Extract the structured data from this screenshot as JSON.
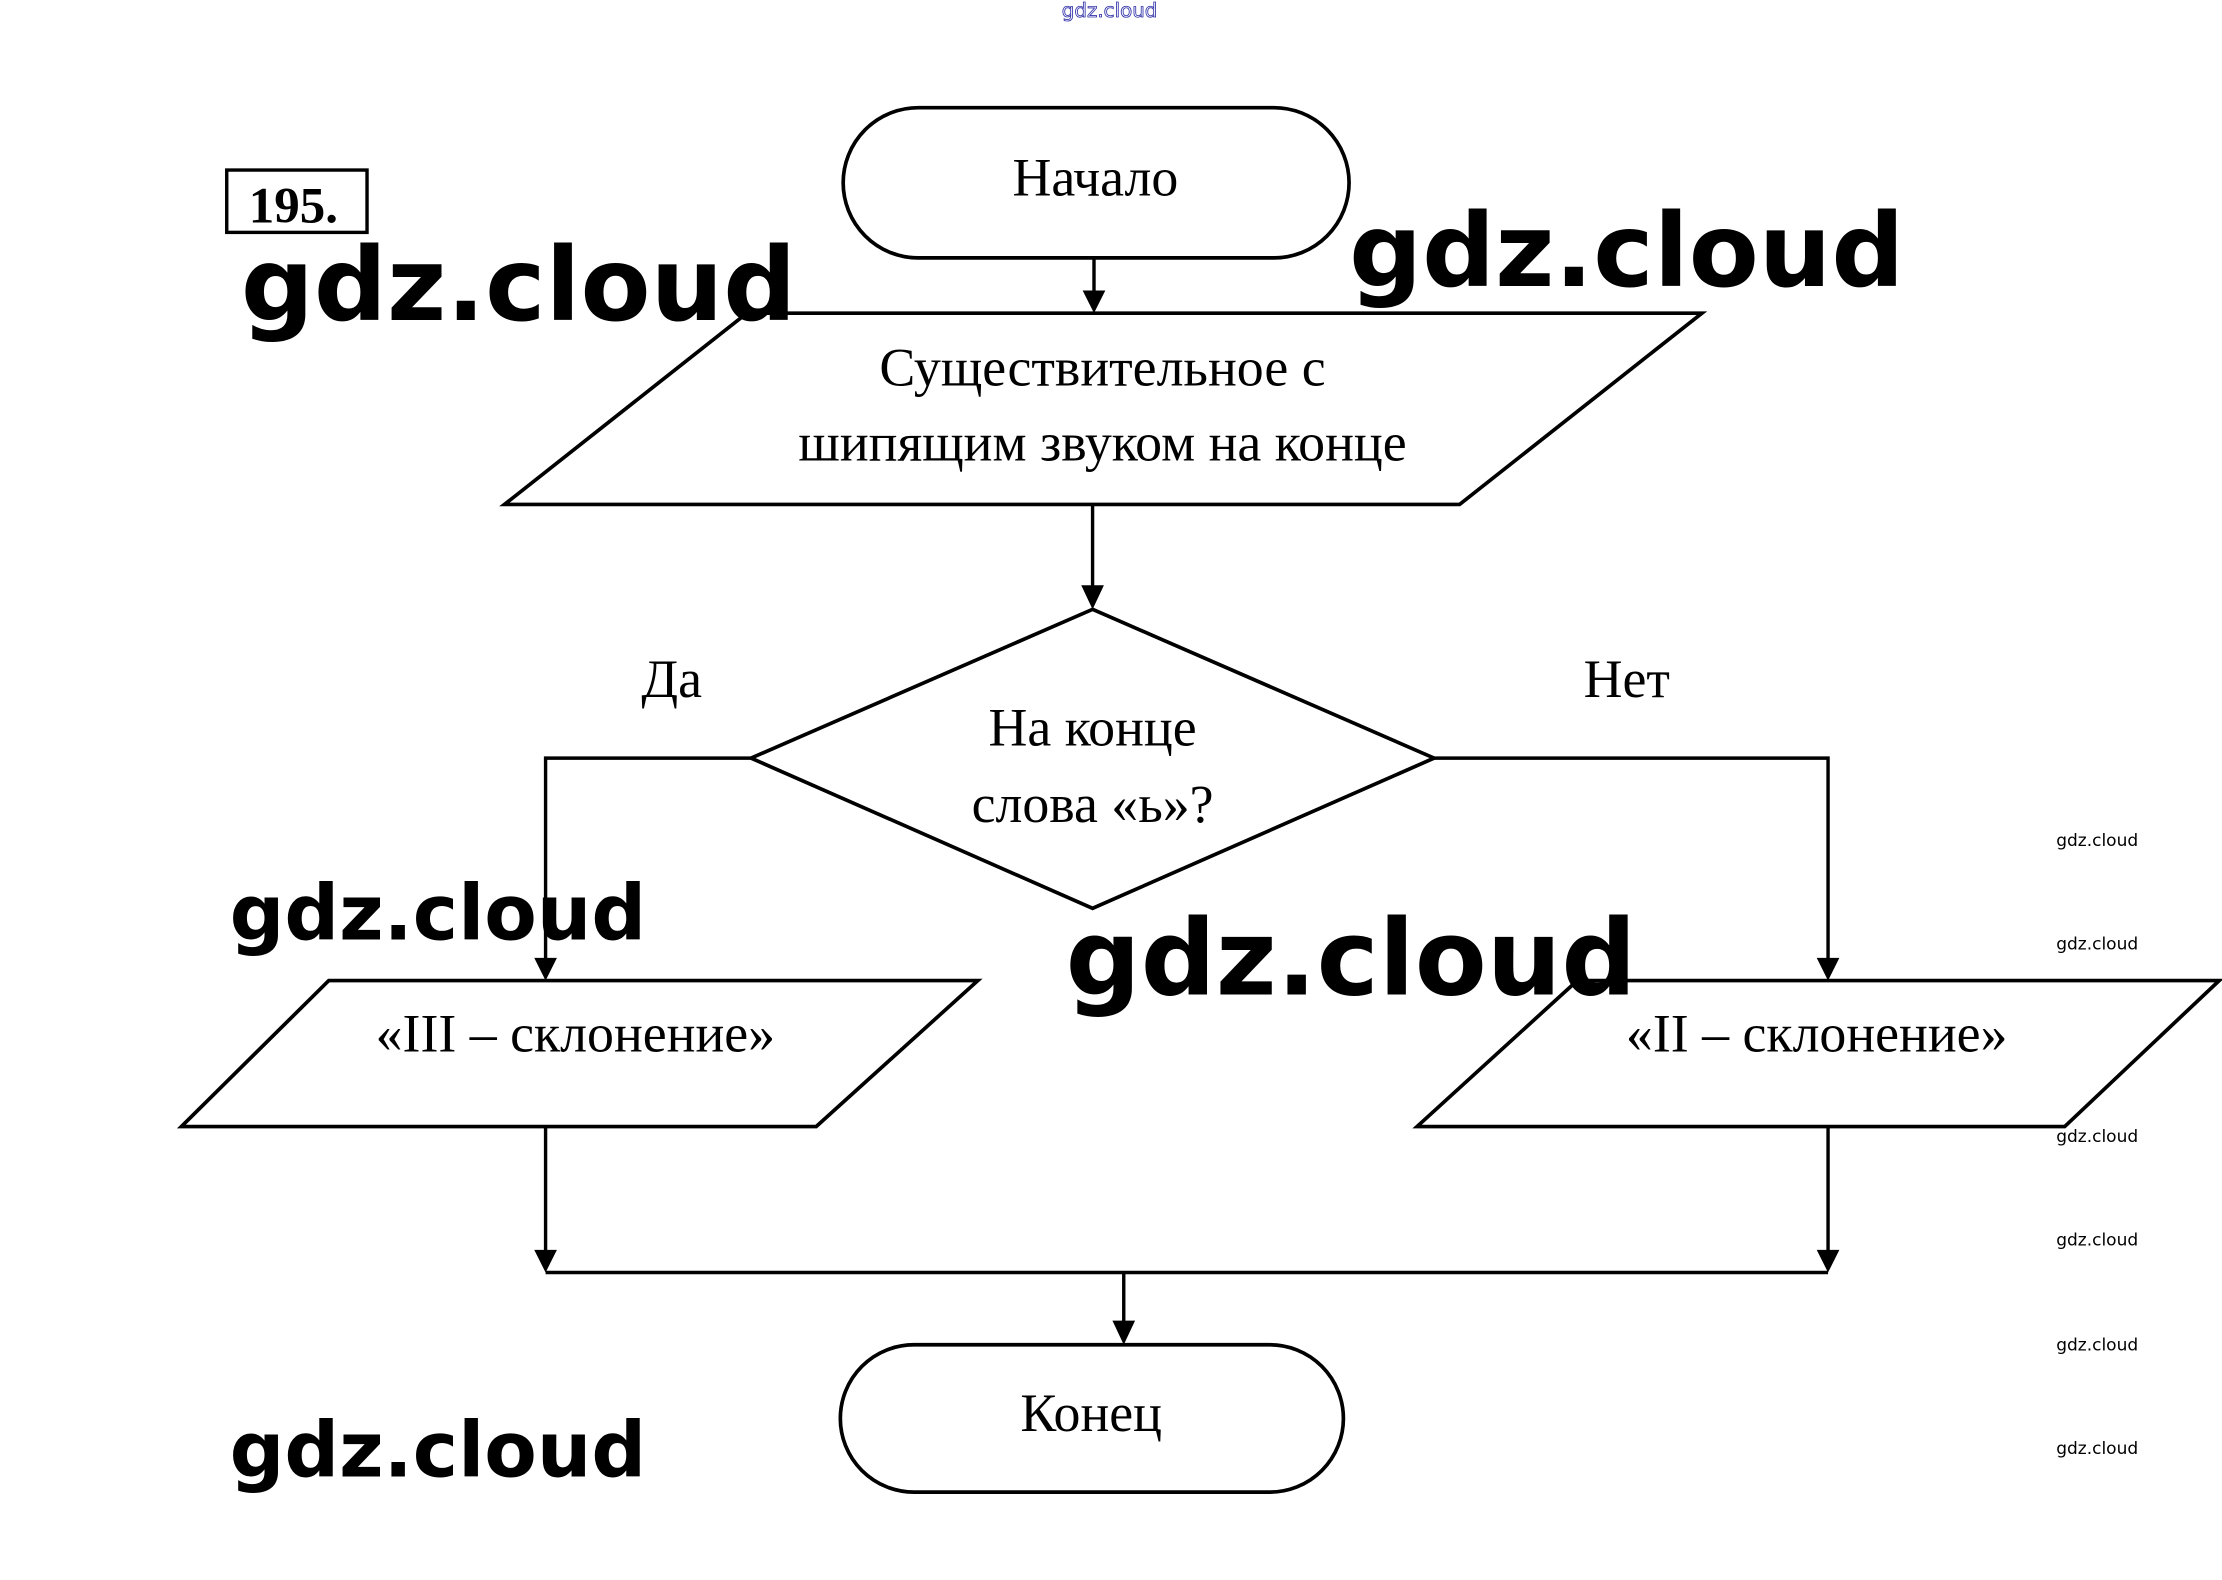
{
  "exercise_number": "195.",
  "flowchart": {
    "start": "Начало",
    "input": {
      "line1": "Существительное с",
      "line2": "шипящим звуком на конце"
    },
    "decision": {
      "line1": "На конце",
      "line2": "слова «ь»?"
    },
    "yes_label": "Да",
    "no_label": "Нет",
    "yes_output": "«III – склонение»",
    "no_output": "«II – склонение»",
    "end": "Конец"
  },
  "watermarks": {
    "top": "gdz.cloud",
    "large": [
      "gdz.cloud",
      "gdz.cloud",
      "gdz.cloud",
      "gdz.cloud",
      "gdz.cloud"
    ],
    "small": [
      "gdz.cloud",
      "gdz.cloud",
      "gdz.cloud",
      "gdz.cloud",
      "gdz.cloud",
      "gdz.cloud"
    ]
  },
  "colors": {
    "ink": "#000000",
    "background": "#ffffff",
    "top_watermark": "#3333aa"
  }
}
